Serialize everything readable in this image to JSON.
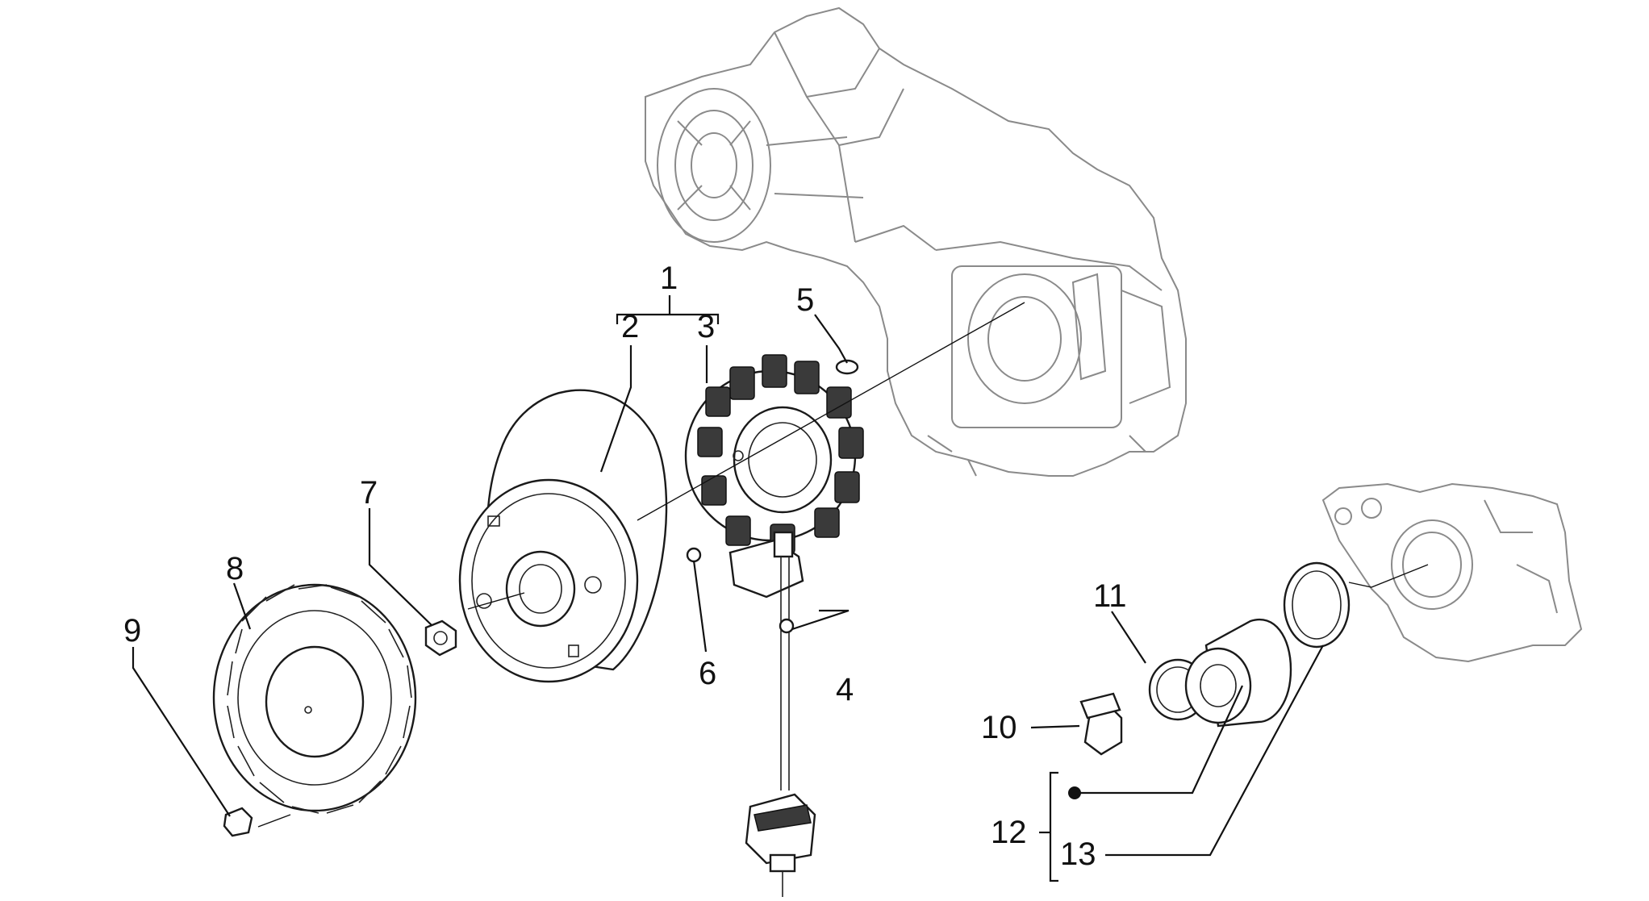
{
  "diagram": {
    "callouts": [
      {
        "id": "c1",
        "text": "1"
      },
      {
        "id": "c2",
        "text": "2"
      },
      {
        "id": "c3",
        "text": "3"
      },
      {
        "id": "c4",
        "text": "4"
      },
      {
        "id": "c5",
        "text": "5"
      },
      {
        "id": "c6",
        "text": "6"
      },
      {
        "id": "c7",
        "text": "7"
      },
      {
        "id": "c8",
        "text": "8"
      },
      {
        "id": "c9",
        "text": "9"
      },
      {
        "id": "c10",
        "text": "10"
      },
      {
        "id": "c11",
        "text": "11"
      },
      {
        "id": "c12",
        "text": "12"
      },
      {
        "id": "c13",
        "text": "13"
      }
    ],
    "colors": {
      "line": "#111111",
      "ghost": "#8a8a8a",
      "background": "#ffffff"
    }
  }
}
